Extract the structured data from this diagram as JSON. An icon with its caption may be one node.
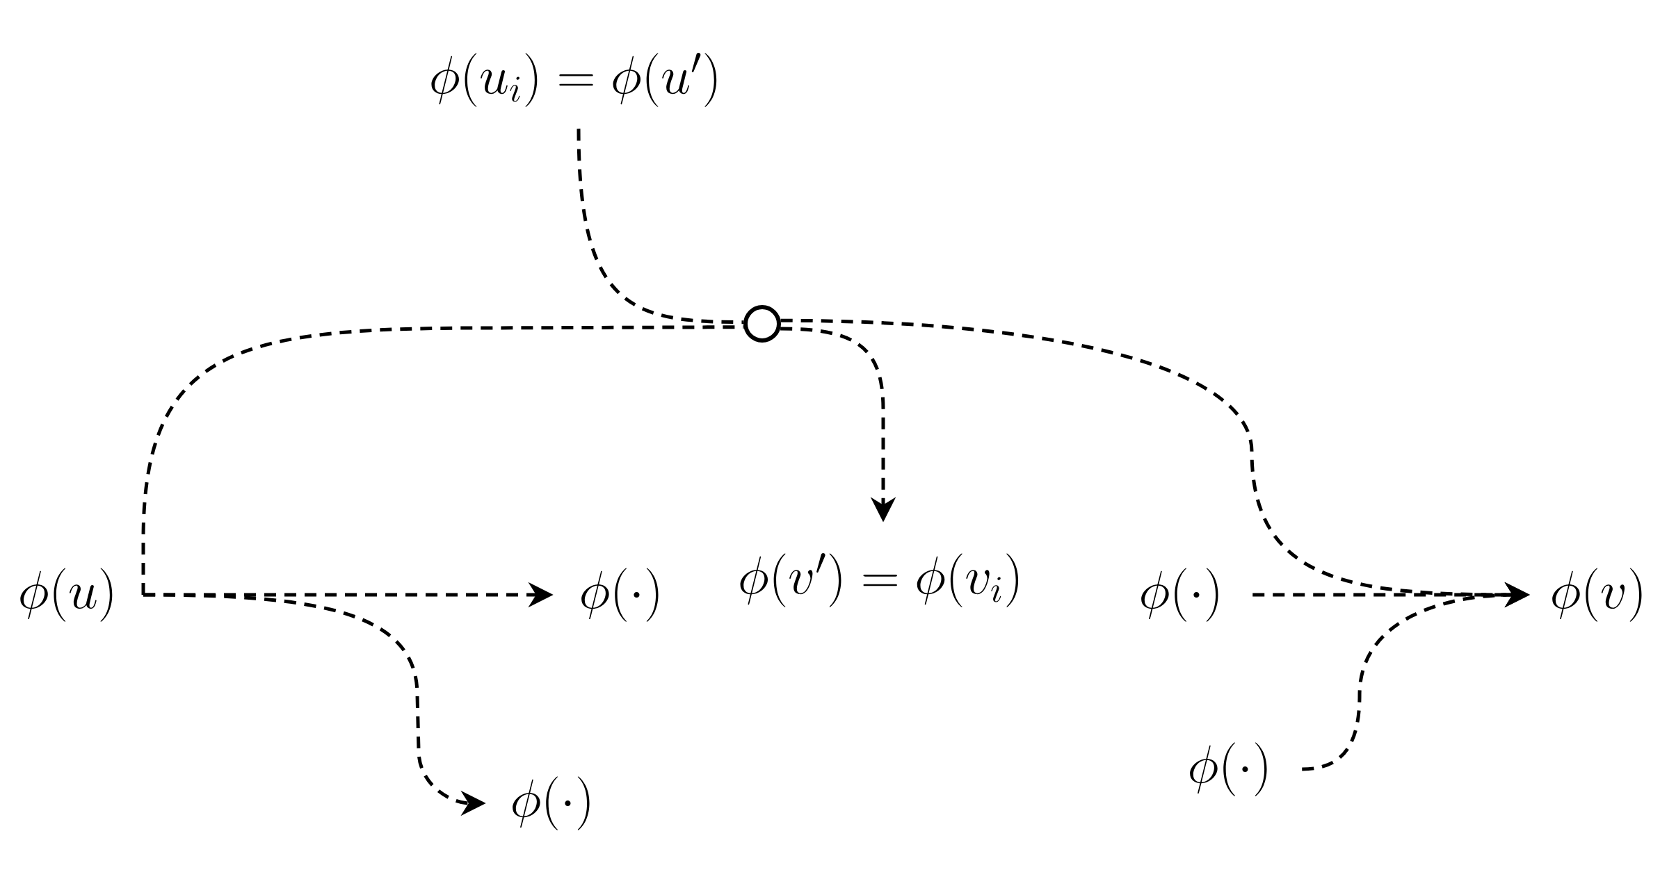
{
  "diagram": {
    "nodes": [
      {
        "text": [
          "\\phi(u_i) = \\phi(u')"
        ]
      },
      {
        "text": [],
        "shape": "circle"
      },
      {
        "text": [
          "\\phi(u)"
        ]
      },
      {
        "text": [
          "\\phi(\\cdot)"
        ]
      },
      {
        "text": [
          "\\phi(v') = \\phi(v_i)"
        ]
      },
      {
        "text": [
          "\\phi(\\cdot)"
        ]
      },
      {
        "text": [
          "\\phi(v)"
        ]
      },
      {
        "text": [
          "\\phi(\\cdot)"
        ]
      },
      {
        "text": [
          "\\phi(\\cdot)"
        ]
      }
    ],
    "edges": [
      {
        "from": 0,
        "to": 1,
        "arrow": "none",
        "style": "dashed"
      },
      {
        "from": 2,
        "to": 1,
        "arrow": "none",
        "style": "dashed"
      },
      {
        "from": 1,
        "to": 4,
        "arrow": "to",
        "style": "dashed"
      },
      {
        "from": 1,
        "to": 6,
        "arrow": "to",
        "style": "dashed"
      },
      {
        "from": 2,
        "to": 3,
        "arrow": "to",
        "style": "dashed"
      },
      {
        "from": 2,
        "to": 8,
        "arrow": "to",
        "style": "dashed"
      },
      {
        "from": 5,
        "to": 6,
        "arrow": "to",
        "style": "dashed"
      },
      {
        "from": 7,
        "to": 6,
        "arrow": "to",
        "style": "dashed"
      }
    ]
  }
}
